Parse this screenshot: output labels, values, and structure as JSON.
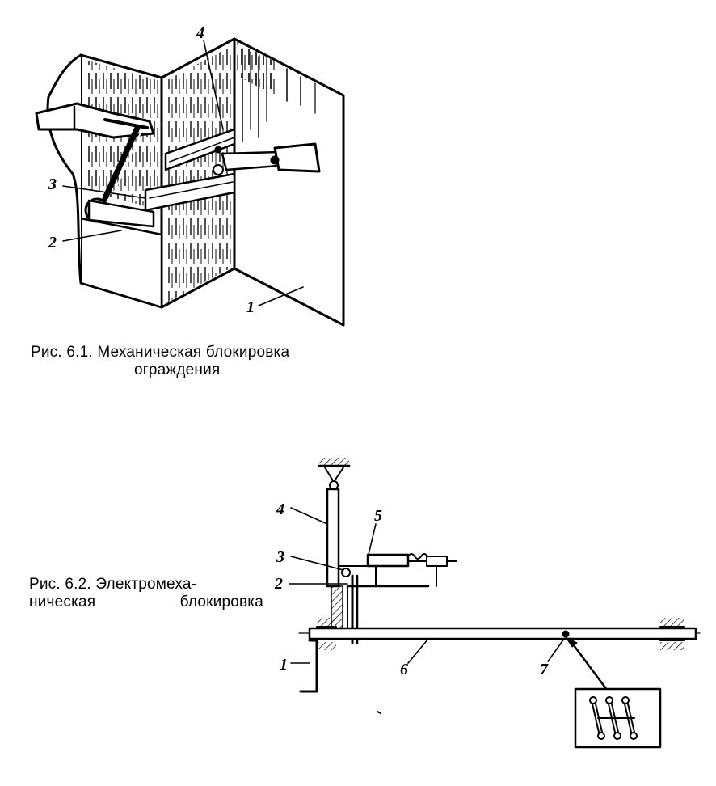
{
  "figure1": {
    "caption_line1": "Рис. 6.1. Механическая блокировка",
    "caption_line2": "ограждения",
    "labels": {
      "n1": "1",
      "n2": "2",
      "n3": "3",
      "n4": "4"
    }
  },
  "figure2": {
    "caption_line1": "Рис. 6.2. Электромеха-",
    "caption_line2a": "ническая",
    "caption_line2b": "блокировка",
    "labels": {
      "n1": "1",
      "n2": "2",
      "n3": "3",
      "n4": "4",
      "n5": "5",
      "n6": "6",
      "n7": "7"
    }
  }
}
